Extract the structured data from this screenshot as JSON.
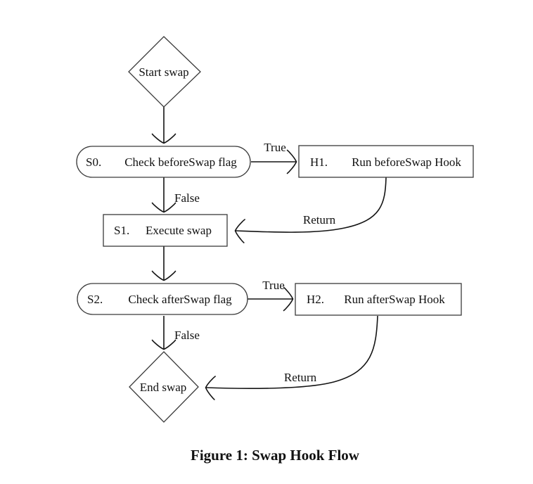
{
  "figure": {
    "caption": "Figure 1: Swap Hook Flow"
  },
  "nodes": {
    "start": {
      "shape": "diamond",
      "label": "Start swap"
    },
    "s0": {
      "shape": "stadium",
      "prefix": "S0.",
      "label": "Check beforeSwap flag"
    },
    "h1": {
      "shape": "rect",
      "prefix": "H1.",
      "label": "Run beforeSwap Hook"
    },
    "s1": {
      "shape": "rect",
      "prefix": "S1.",
      "label": "Execute swap"
    },
    "s2": {
      "shape": "stadium",
      "prefix": "S2.",
      "label": "Check afterSwap flag"
    },
    "h2": {
      "shape": "rect",
      "prefix": "H2.",
      "label": "Run afterSwap Hook"
    },
    "end": {
      "shape": "diamond",
      "label": "End swap"
    }
  },
  "edges": {
    "start_s0": {
      "from": "start",
      "to": "s0",
      "label": ""
    },
    "s0_h1": {
      "from": "s0",
      "to": "h1",
      "label": "True"
    },
    "s0_s1": {
      "from": "s0",
      "to": "s1",
      "label": "False"
    },
    "h1_s1": {
      "from": "h1",
      "to": "s1",
      "label": "Return"
    },
    "s1_s2": {
      "from": "s1",
      "to": "s2",
      "label": ""
    },
    "s2_h2": {
      "from": "s2",
      "to": "h2",
      "label": "True"
    },
    "s2_end": {
      "from": "s2",
      "to": "end",
      "label": "False"
    },
    "h2_end": {
      "from": "h2",
      "to": "end",
      "label": "Return"
    }
  },
  "colors": {
    "line": "#141414",
    "shape_border": "#3a3a3a",
    "text": "#111111",
    "background": "#ffffff"
  }
}
